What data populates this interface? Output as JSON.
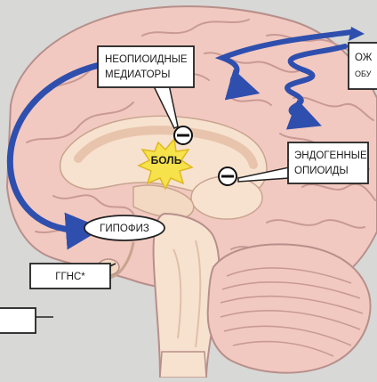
{
  "labels": {
    "non_opioid_1": "НЕОПИОИДНЫЕ",
    "non_opioid_2": "МЕДИАТОРЫ",
    "endogenous_1": "ЭНДОГЕННЫЕ",
    "endogenous_2": "ОПИОИДЫ",
    "pain": "БОЛЬ",
    "pituitary": "ГИПОФИЗ",
    "hpa": "ГГНС*",
    "top_right_1": "ОЖ",
    "top_right_2": "ОБУ"
  },
  "symbols": {
    "inhibit": "−"
  },
  "colors": {
    "background": "#d8d8d6",
    "cortex": "#f2c9c0",
    "cortex_outline": "#b78f8b",
    "inner_tissue": "#f7e2cf",
    "arrow_blue": "#2f4fae",
    "pain_star": "#f6e24a",
    "box_fill": "#ffffff",
    "box_stroke": "#222222"
  },
  "icons": {
    "inhibit": "minus-circle-icon",
    "pain": "burst-star-icon"
  }
}
